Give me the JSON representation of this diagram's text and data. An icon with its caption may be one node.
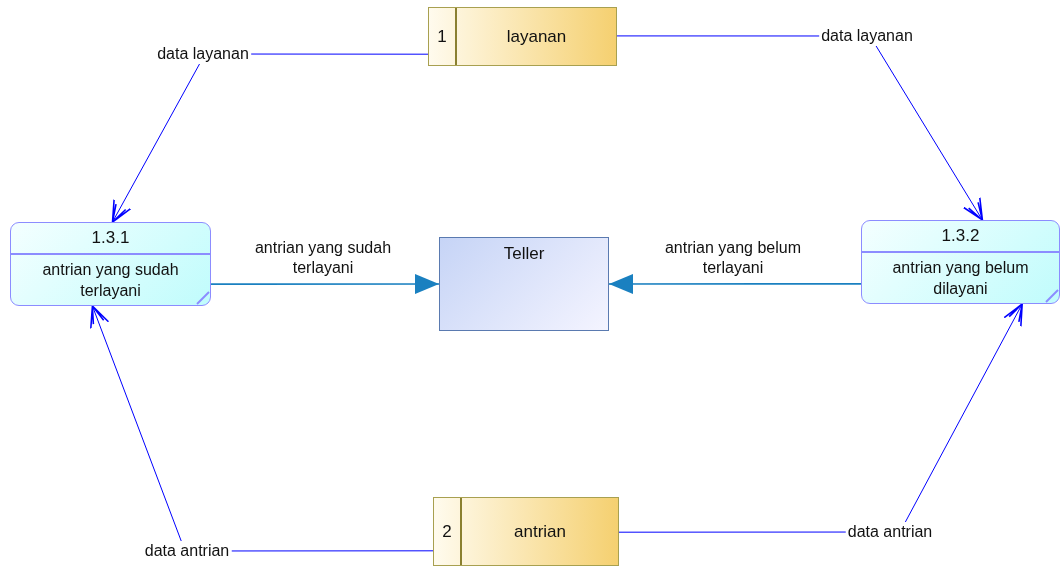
{
  "diagram": {
    "nodes": [
      {
        "text": [
          "1",
          "layanan"
        ]
      },
      {
        "text": [
          "1.3.1",
          "antrian yang sudah terlayani"
        ]
      },
      {
        "text": [
          "Teller"
        ]
      },
      {
        "text": [
          "1.3.2",
          "antrian yang belum dilayani"
        ]
      },
      {
        "text": [
          "2",
          "antrian"
        ]
      }
    ],
    "edges": [
      {
        "from": 0,
        "to": 1,
        "arrow": "to",
        "label": "data layanan"
      },
      {
        "from": 0,
        "to": 3,
        "arrow": "to",
        "label": "data layanan"
      },
      {
        "from": 1,
        "to": 2,
        "arrow": "to",
        "label": "antrian yang sudah terlayani",
        "color": "#1a80c0"
      },
      {
        "from": 3,
        "to": 2,
        "arrow": "to",
        "label": "antrian yang belum terlayani",
        "color": "#1a80c0"
      },
      {
        "from": 4,
        "to": 1,
        "arrow": "to",
        "label": "data antrian"
      },
      {
        "from": 4,
        "to": 3,
        "arrow": "to",
        "label": "data antrian"
      }
    ]
  }
}
